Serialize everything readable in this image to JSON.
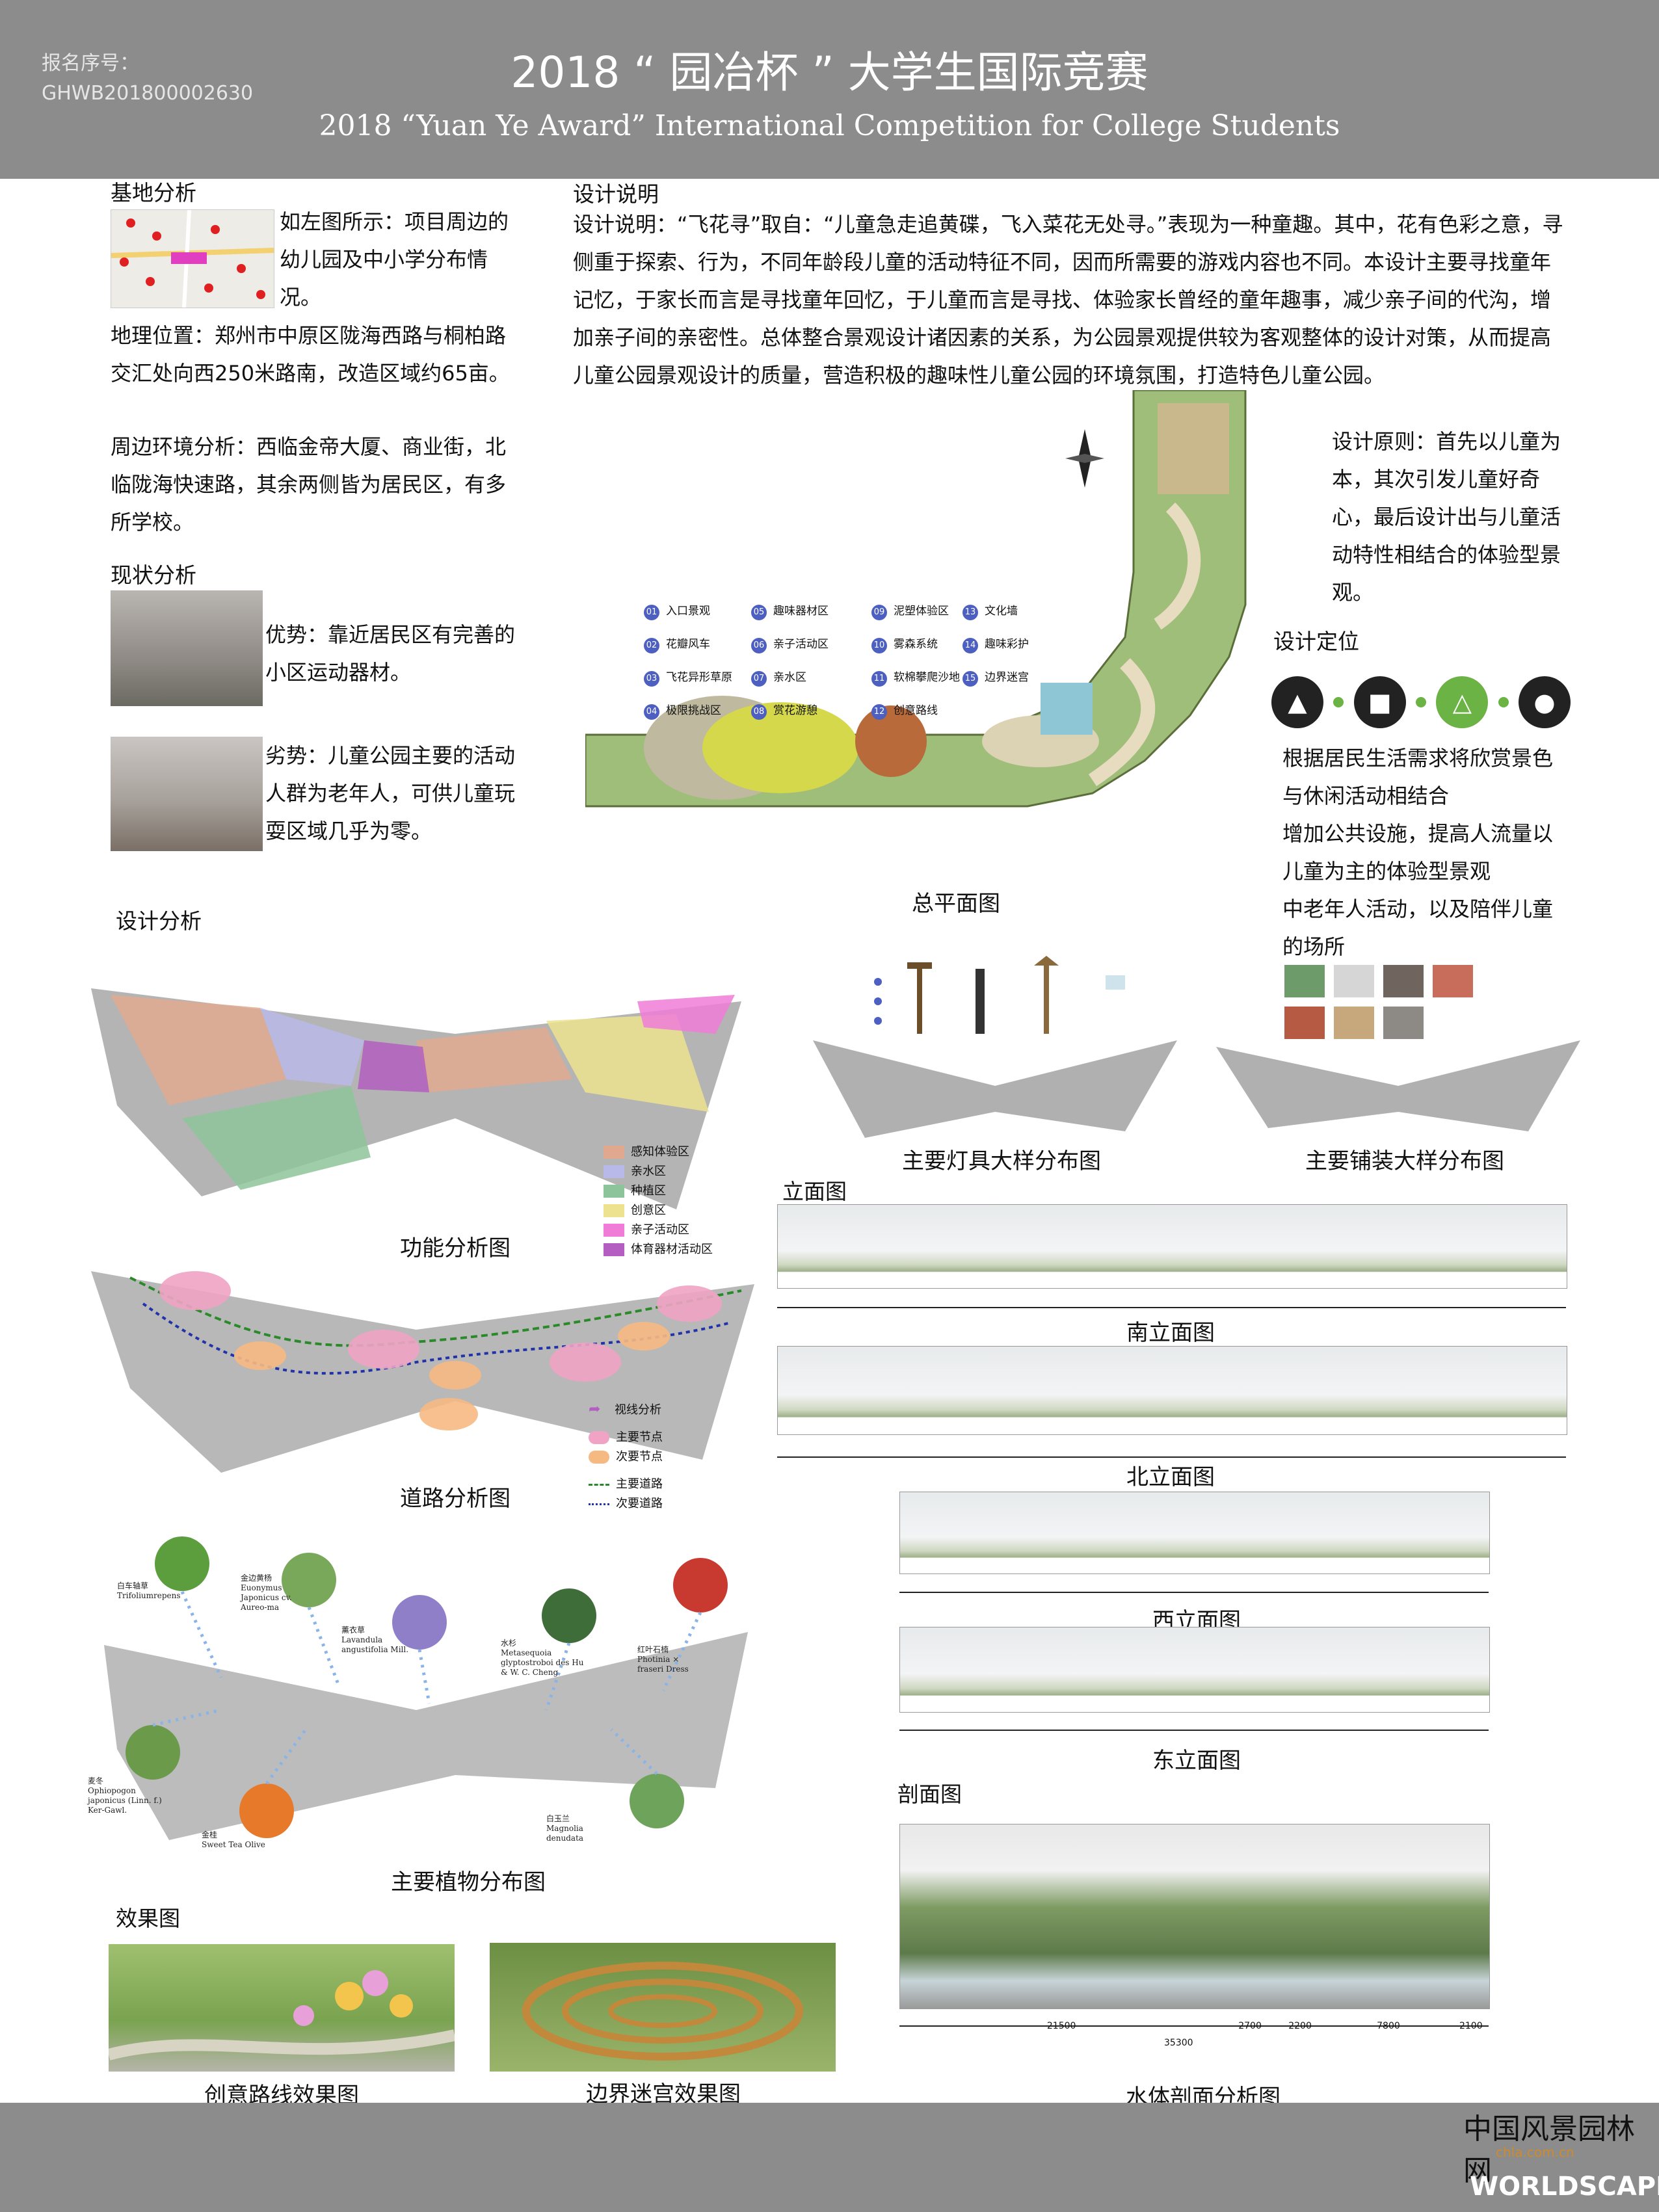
{
  "header": {
    "reg_label": "报名序号：",
    "reg_no": "GHWB201800002630",
    "title_cn": "2018 “ 园冶杯 ” 大学生国际竞赛",
    "title_en": "2018 “Yuan Ye Award” International Competition for College Students"
  },
  "site": {
    "title": "基地分析",
    "map_caption": "如左图所示：项目周边的幼儿园及中小学分布情况。",
    "geo": "地理位置：郑州市中原区陇海西路与桐柏路交汇处向西250米路南，改造区域约65亩。",
    "env": "周边环境分析：西临金帝大厦、商业街，北临陇海快速路，其余两侧皆为居民区，有多所学校。"
  },
  "status": {
    "title": "现状分析",
    "pro": "优势：靠近居民区有完善的小区运动器材。",
    "con": "劣势：儿童公园主要的活动人群为老年人，可供儿童玩耍区域几乎为零。"
  },
  "design": {
    "title": "设计说明",
    "text": "设计说明：“飞花寻”取自：“儿童急走追黄碟，飞入菜花无处寻。”表现为一种童趣。其中，花有色彩之意，寻侧重于探索、行为，不同年龄段儿童的活动特征不同，因而所需要的游戏内容也不同。本设计主要寻找童年记忆，于家长而言是寻找童年回忆，于儿童而言是寻找、体验家长曾经的童年趣事，减少亲子间的代沟，增加亲子间的亲密性。总体整合景观设计诸因素的关系，为公园景观提供较为客观整体的设计对策，从而提高儿童公园景观设计的质量，营造积极的趣味性儿童公园的环境氛围，打造特色儿童公园。",
    "principle": "设计原则：首先以儿童为本，其次引发儿童好奇心，最后设计出与儿童活动特性相结合的体验型景观。",
    "positioning_title": "设计定位",
    "positioning": [
      "根据居民生活需求将欣赏景色与休闲活动相结合",
      "增加公共设施，提高人流量以儿童为主的体验型景观",
      "中老年人活动，以及陪伴儿童的场所"
    ],
    "positioning_icons": [
      "slide-icon",
      "shelter-icon",
      "swing-icon",
      "family-icon"
    ]
  },
  "plan": {
    "caption": "总平面图",
    "legend": [
      {
        "n": "01",
        "label": "入口景观"
      },
      {
        "n": "05",
        "label": "趣味器材区"
      },
      {
        "n": "09",
        "label": "泥塑体验区"
      },
      {
        "n": "13",
        "label": "文化墙"
      },
      {
        "n": "02",
        "label": "花瓣风车"
      },
      {
        "n": "06",
        "label": "亲子活动区"
      },
      {
        "n": "10",
        "label": "雾森系统"
      },
      {
        "n": "14",
        "label": "趣味彩护"
      },
      {
        "n": "03",
        "label": "飞花异形草原"
      },
      {
        "n": "07",
        "label": "亲水区"
      },
      {
        "n": "11",
        "label": "软棉攀爬沙地"
      },
      {
        "n": "15",
        "label": "边界迷宫"
      },
      {
        "n": "04",
        "label": "极限挑战区"
      },
      {
        "n": "08",
        "label": "赏花游憩"
      },
      {
        "n": "12",
        "label": "创意路线"
      }
    ]
  },
  "analysis": {
    "title": "设计分析",
    "function_caption": "功能分析图",
    "function_legend": [
      {
        "label": "感知体验区",
        "color": "#e0a98f"
      },
      {
        "label": "亲水区",
        "color": "#b8b9e8"
      },
      {
        "label": "种植区",
        "color": "#8ec49a"
      },
      {
        "label": "创意区",
        "color": "#ece28f"
      },
      {
        "label": "亲子活动区",
        "color": "#f07cd8"
      },
      {
        "label": "体育器材活动区",
        "color": "#b35ec0"
      }
    ],
    "road_caption": "道路分析图",
    "road_legend": [
      "视线分析",
      "主要节点",
      "次要节点",
      "主要道路",
      "次要道路"
    ],
    "plant_caption": "主要植物分布图",
    "plants": [
      {
        "cn": "白车轴草",
        "latin": "Trifoliumrepens"
      },
      {
        "cn": "金边黄杨",
        "latin": "Euonymus Japonicus cv. Aureo-ma"
      },
      {
        "cn": "薰衣草",
        "latin": "Lavandula angustifolia Mill."
      },
      {
        "cn": "水杉",
        "latin": "Metasequoia glyptostroboi des Hu & W. C. Cheng"
      },
      {
        "cn": "红叶石楠",
        "latin": "Photinia × fraseri Dress"
      },
      {
        "cn": "麦冬",
        "latin": "Ophiopogon japonicus (Linn. f.) Ker-Gawl."
      },
      {
        "cn": "金桂",
        "latin": "Sweet Tea Olive"
      },
      {
        "cn": "白玉兰",
        "latin": "Magnolia denudata"
      }
    ]
  },
  "details": {
    "lamp_caption": "主要灯具大样分布图",
    "paving_caption": "主要铺装大样分布图"
  },
  "elevations": {
    "title": "立面图",
    "south": "南立面图",
    "north": "北立面图",
    "west": "西立面图",
    "east": "东立面图"
  },
  "section": {
    "title": "剖面图",
    "caption": "水体剖面分析图",
    "dims": [
      "21500",
      "2700",
      "2200",
      "7800",
      "2100"
    ],
    "total": "35300"
  },
  "renderings": {
    "title": "效果图",
    "route": "创意路线效果图",
    "maze": "边界迷宫效果图"
  },
  "watermark": {
    "cn": "中国风景园林网",
    "url": "chla.com.cn",
    "brand": "WORLDSCAPE"
  }
}
